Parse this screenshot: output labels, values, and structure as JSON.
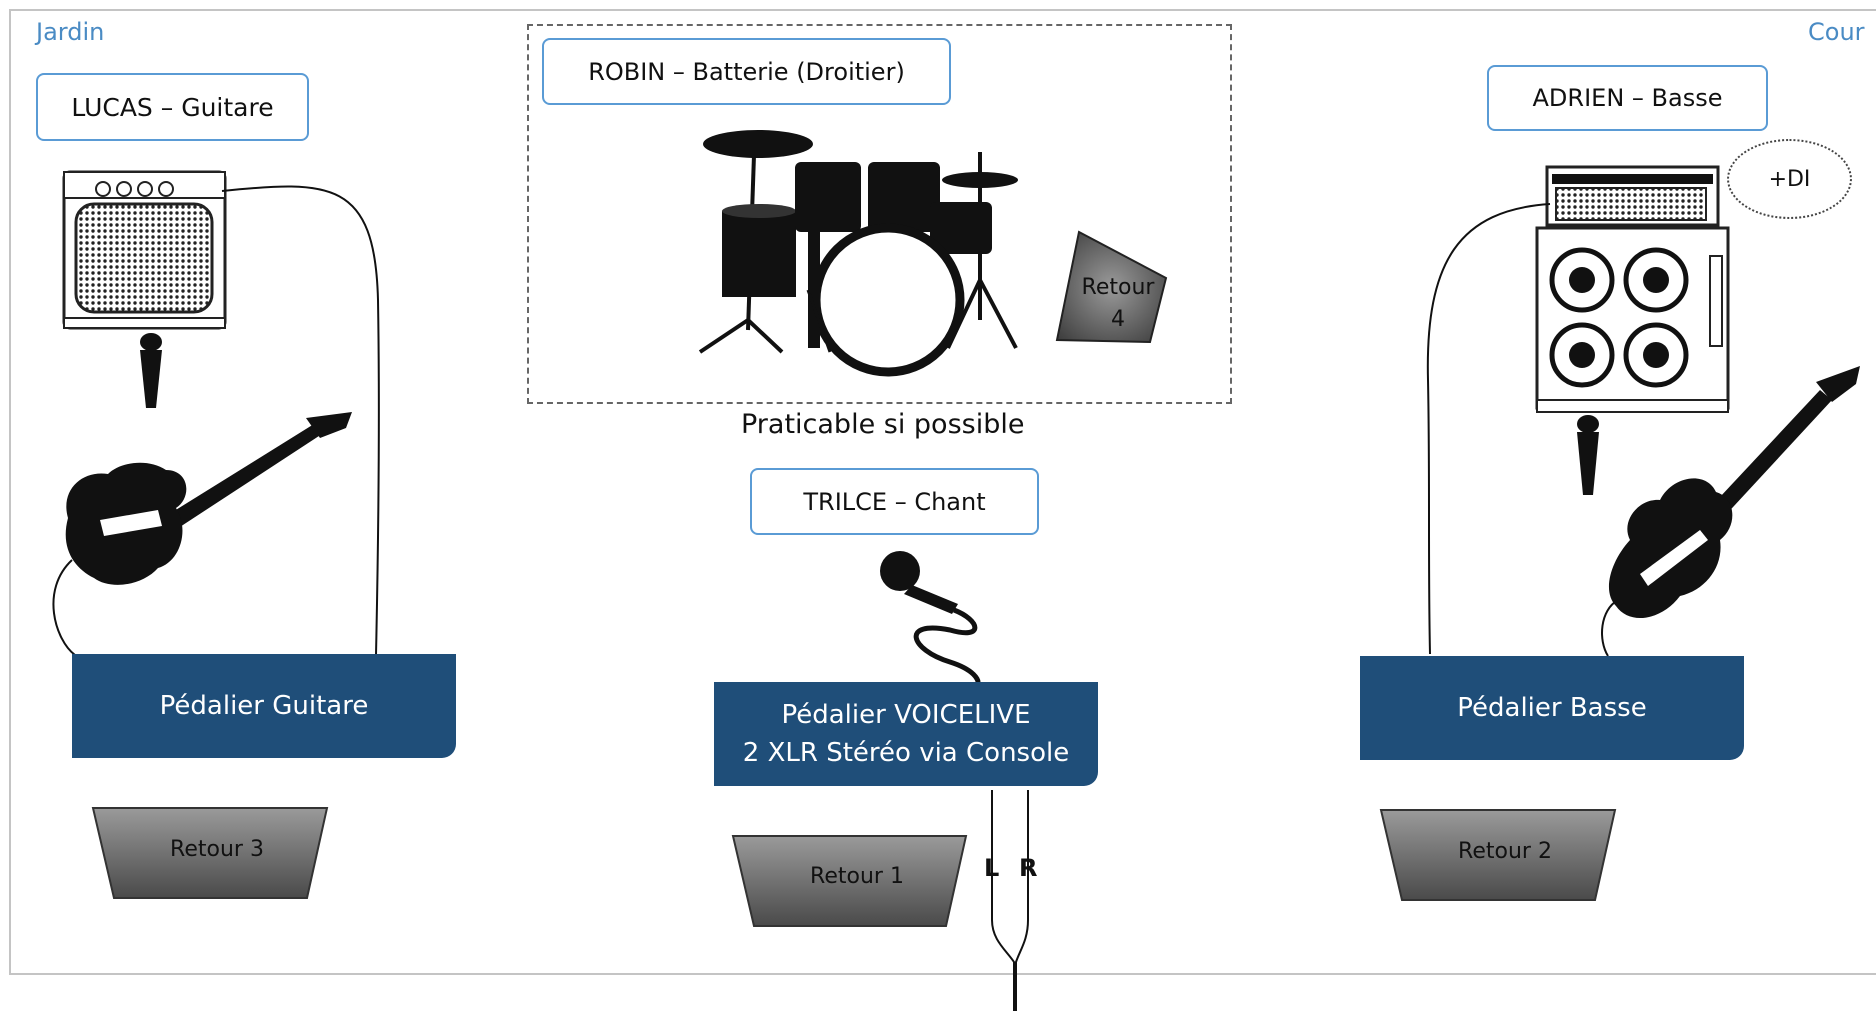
{
  "stage": {
    "left_label": "Jardin",
    "right_label": "Cour"
  },
  "musicians": {
    "lucas": {
      "name": "LUCAS – Guitare"
    },
    "robin": {
      "name": "ROBIN – Batterie (Droitier)"
    },
    "adrien": {
      "name": "ADRIEN – Basse"
    },
    "trilce": {
      "name": "TRILCE – Chant"
    }
  },
  "riser_caption": "Praticable si possible",
  "di_label": "+DI",
  "pedalboards": {
    "guitar": "Pédalier Guitare",
    "voicelive_line1": "Pédalier VOICELIVE",
    "voicelive_line2": "2 XLR Stéréo via Console",
    "bass": "Pédalier Basse"
  },
  "monitors": {
    "retour1": "Retour 1",
    "retour2": "Retour 2",
    "retour3": "Retour 3",
    "retour4_line1": "Retour",
    "retour4_line2": "4"
  },
  "outputs": {
    "left": "L",
    "right": "R"
  },
  "colors": {
    "accent": "#1f4e79",
    "label_border": "#5a9bd5",
    "corner_text": "#4a8bc4"
  }
}
